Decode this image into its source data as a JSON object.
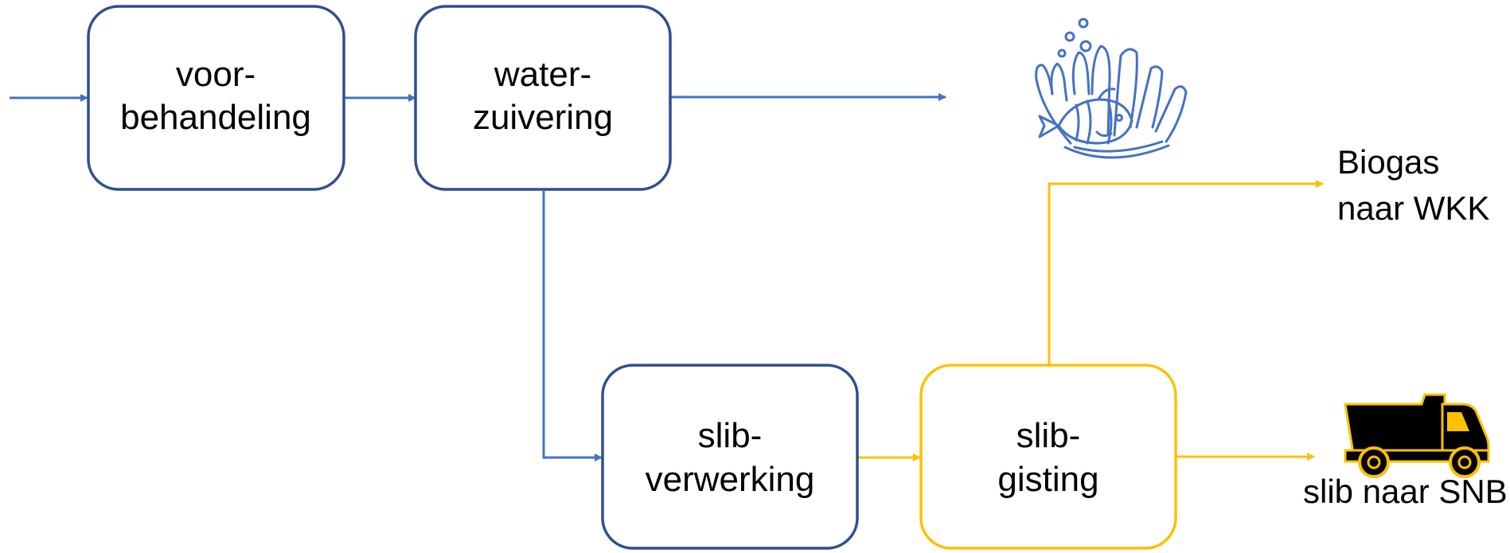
{
  "colors": {
    "blue_border": "#2f4f8f",
    "blue_arrow": "#4472c4",
    "yellow": "#ffc000",
    "icon_blue": "#4472c4",
    "truck_fill": "#000000"
  },
  "boxes": {
    "voorbehandeling": {
      "line1": "voor-",
      "line2": "behandeling"
    },
    "waterzuivering": {
      "line1": "water-",
      "line2": "zuivering"
    },
    "slibverwerking": {
      "line1": "slib-",
      "line2": "verwerking"
    },
    "slibgisting": {
      "line1": "slib-",
      "line2": "gisting"
    }
  },
  "outputs": {
    "biogas_line1": "Biogas",
    "biogas_line2": "naar WKK",
    "slib": "slib naar SNB"
  },
  "icons": {
    "sea_icon": "anemone-clownfish-icon",
    "truck_icon": "dump-truck-icon"
  }
}
